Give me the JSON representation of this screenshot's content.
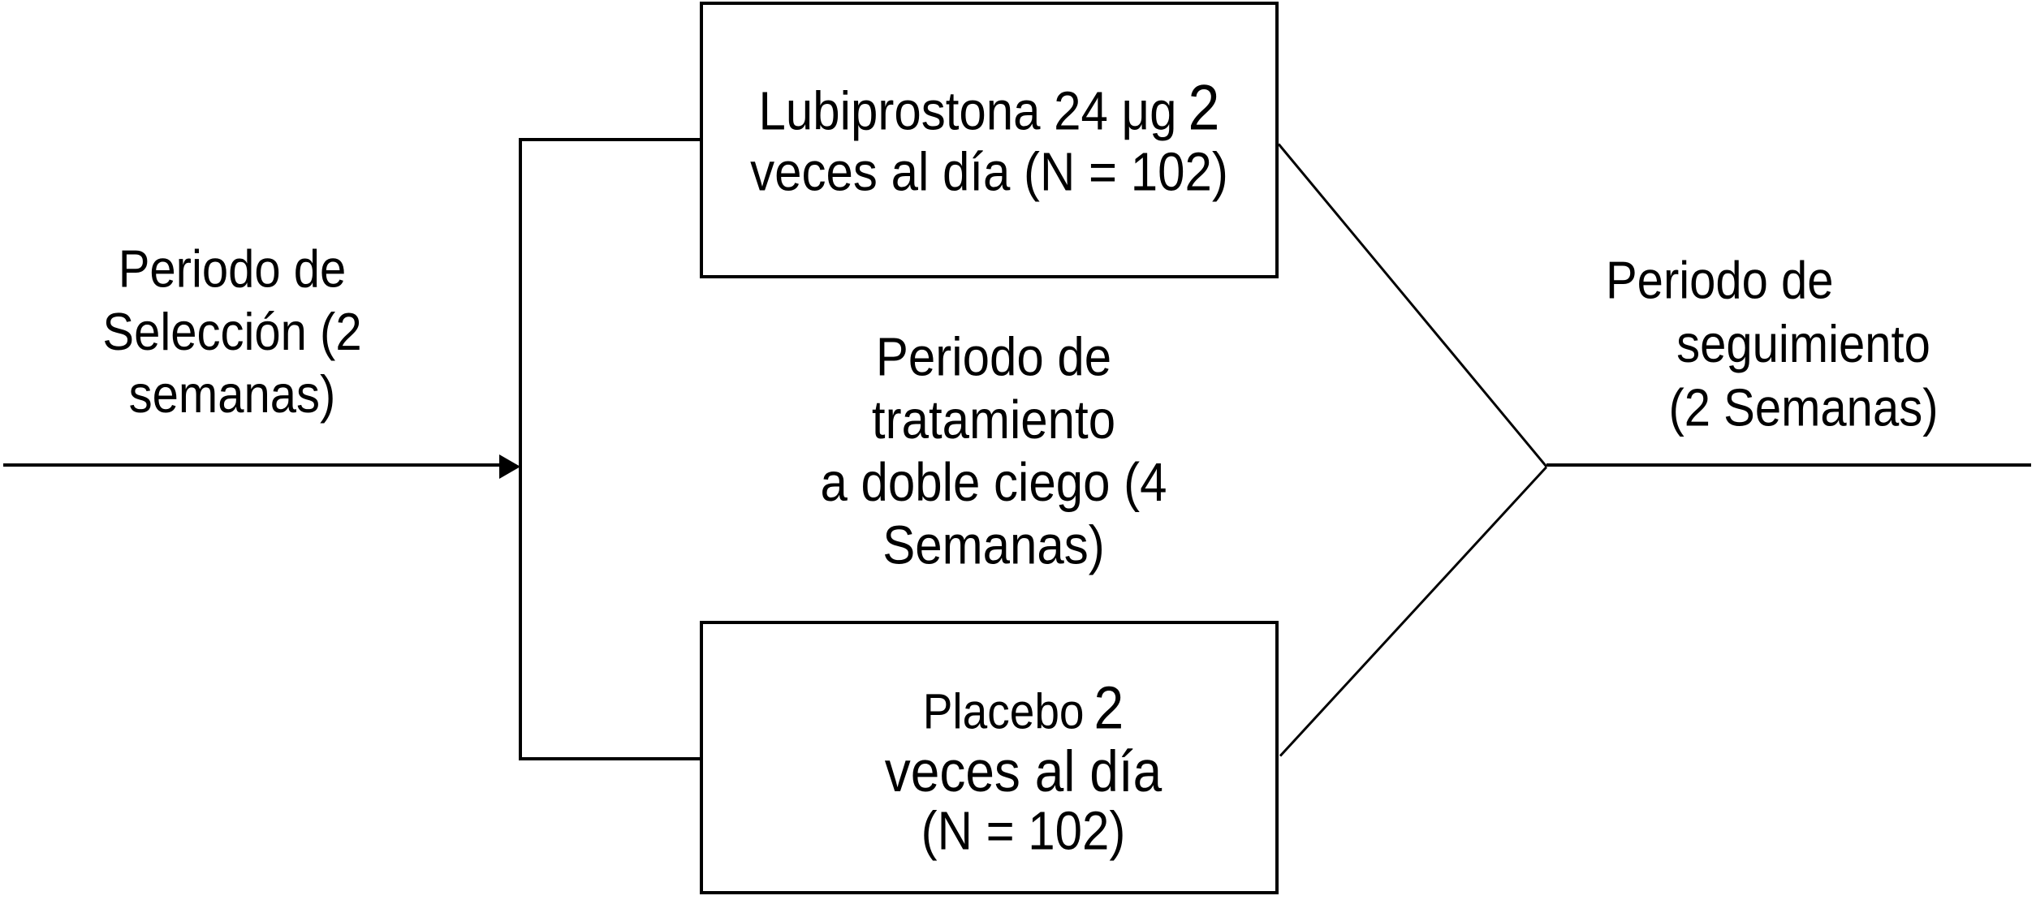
{
  "left_label": {
    "lines": [
      "Periodo de",
      "Selección (2",
      "semanas)"
    ]
  },
  "top_box": {
    "line1_main": "Lubiprostona 24 μg",
    "line1_big": "2",
    "line2": "veces al día (N = 102)"
  },
  "middle_label": {
    "lines": [
      "Periodo de tratamiento",
      "a doble ciego (4",
      "Semanas)"
    ]
  },
  "bottom_box": {
    "line1_main": "Placebo",
    "line1_big": "2",
    "line2": "veces al día",
    "line3": "(N = 102)"
  },
  "right_label": {
    "lines": [
      "Periodo de",
      "seguimiento",
      "(2 Semanas)"
    ]
  },
  "colors": {
    "line": "#000000",
    "text": "#000000",
    "background": "#ffffff"
  }
}
